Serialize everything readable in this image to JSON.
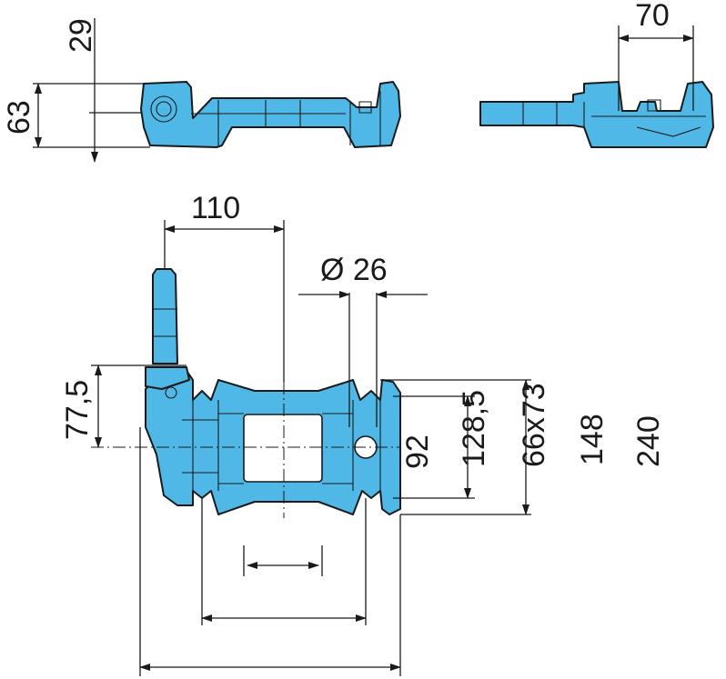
{
  "drawing": {
    "dimensions": {
      "d29": "29",
      "d63": "63",
      "d70": "70",
      "d110": "110",
      "d26": "Ø 26",
      "d77_5": "77,5",
      "d128_5": "128,5",
      "d66x73": "66x73",
      "d92": "92",
      "d148": "148",
      "d240": "240"
    }
  },
  "colors": {
    "part_fill": "#4fb8e6",
    "line": "#1a1a1a",
    "background": "#ffffff"
  }
}
